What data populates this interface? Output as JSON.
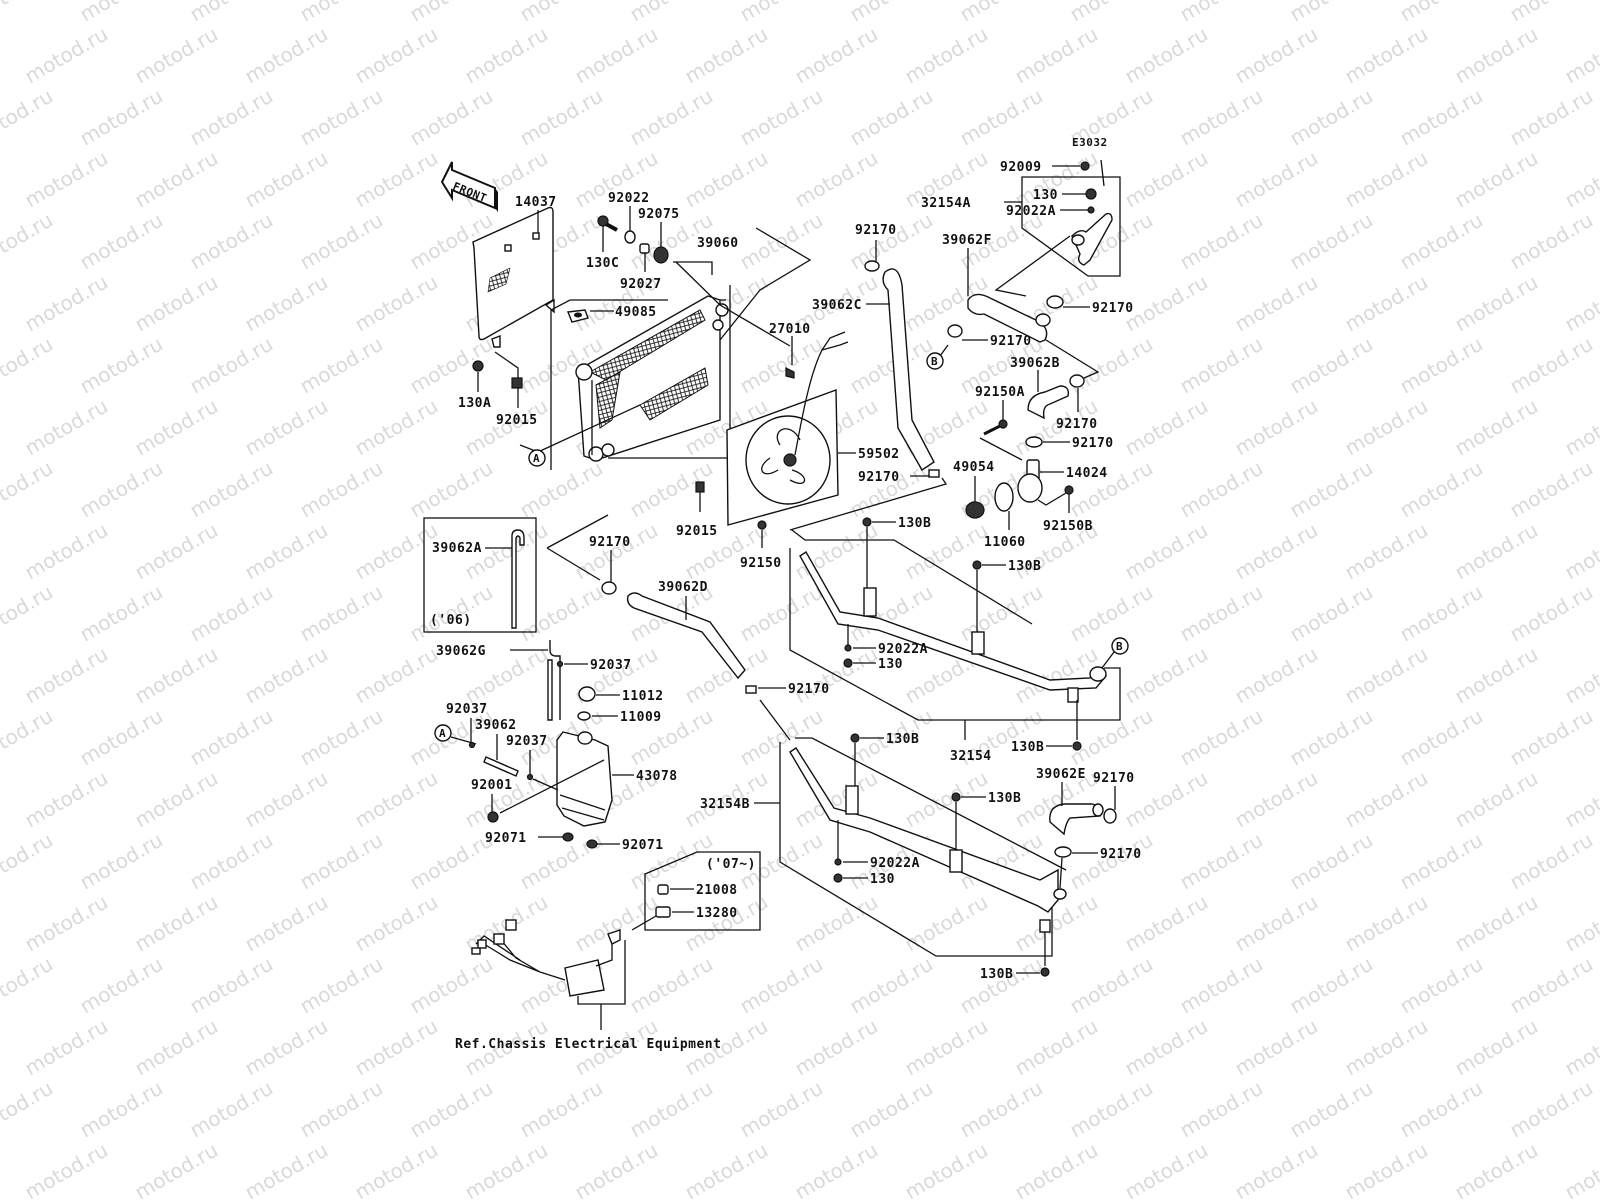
{
  "diagram": {
    "code": "E3032",
    "front_arrow": "FRONT",
    "watermark": "motod.ru",
    "reference_note": "Ref.Chassis Electrical Equipment",
    "callouts": {
      "A": "A",
      "B": "B"
    },
    "year_boxes": {
      "y06": "('06)",
      "y07": "('07~)"
    },
    "labels": {
      "p14037": "14037",
      "p92022": "92022",
      "p92075": "92075",
      "p130C": "130C",
      "p92027": "92027",
      "p39060": "39060",
      "p49085": "49085",
      "p130A": "130A",
      "p92015a": "92015",
      "p27010": "27010",
      "p92170a": "92170",
      "p39062C": "39062C",
      "p59502": "59502",
      "p92170b": "92170",
      "p92015b": "92015",
      "p92150": "92150",
      "p92009": "92009",
      "p130a": "130",
      "p32154A": "32154A",
      "p92022A_top": "92022A",
      "p39062F": "39062F",
      "p92170c": "92170",
      "p92170d": "92170",
      "p39062B": "39062B",
      "p92150A": "92150A",
      "p92170e": "92170",
      "p92170f": "92170",
      "p49054": "49054",
      "p14024": "14024",
      "p11060": "11060",
      "p92150B": "92150B",
      "p130B_1": "130B",
      "p130B_2": "130B",
      "p92022A_mid": "92022A",
      "p130_mid": "130",
      "p32154": "32154",
      "p130B_3": "130B",
      "p39062A": "39062A",
      "p92170g": "92170",
      "p39062D": "39062D",
      "p39062G": "39062G",
      "p92037a": "92037",
      "p11012": "11012",
      "p11009": "11009",
      "p92170h": "92170",
      "p92037b": "92037",
      "p39062": "39062",
      "p92037c": "92037",
      "p92001": "92001",
      "p43078": "43078",
      "p92071a": "92071",
      "p92071b": "92071",
      "p130B_4": "130B",
      "p32154B": "32154B",
      "p130B_5": "130B",
      "p39062E": "39062E",
      "p92170i": "92170",
      "p92170j": "92170",
      "p92022A_bot": "92022A",
      "p130_bot": "130",
      "p130B_6": "130B",
      "p21008": "21008",
      "p13280": "13280"
    }
  }
}
